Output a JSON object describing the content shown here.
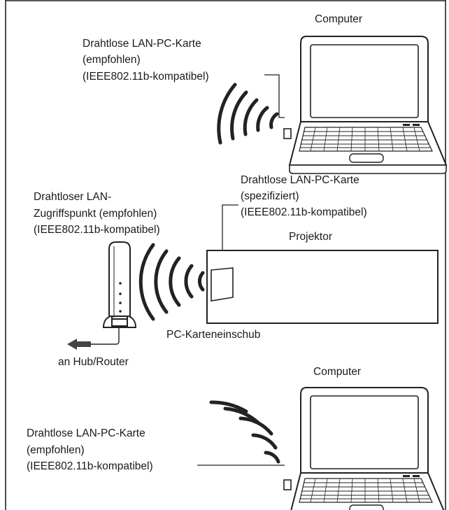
{
  "top_computer": {
    "title": "Computer",
    "card_label": [
      "Drahtlose LAN-PC-Karte",
      "(empfohlen)",
      "(IEEE802.11b-kompatibel)"
    ]
  },
  "access_point": {
    "label": [
      "Drahtloser LAN-",
      "Zugriffspunkt (empfohlen)",
      "(IEEE802.11b-kompatibel)"
    ],
    "cable_label": "an Hub/Router"
  },
  "projector": {
    "title": "Projektor",
    "card_label": [
      "Drahtlose LAN-PC-Karte",
      "(spezifiziert)",
      "(IEEE802.11b-kompatibel)"
    ],
    "slot_label": "PC-Karteneinschub"
  },
  "bottom_computer": {
    "title": "Computer",
    "card_label": [
      "Drahtlose LAN-PC-Karte",
      "(empfohlen)",
      "(IEEE802.11b-kompatibel)"
    ]
  }
}
